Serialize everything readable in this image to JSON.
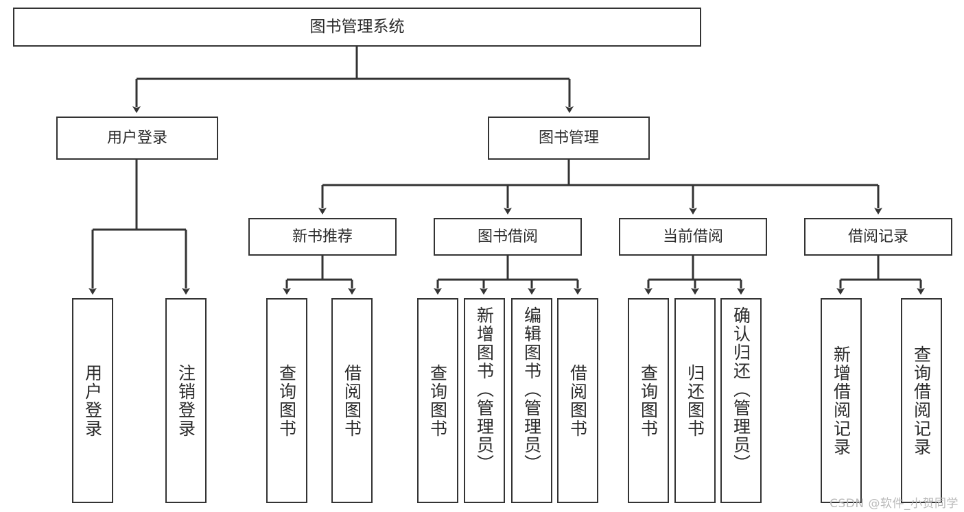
{
  "diagram": {
    "title": "图书管理系统",
    "type": "tree-hierarchy-chart",
    "watermark": "CSDN @软件_小贺同学",
    "colors": {
      "box_border": "#333333",
      "box_fill": "#ffffff",
      "connector": "#333333",
      "text": "#2b2b2b",
      "watermark": "#b9b9b9",
      "background": "#ffffff"
    },
    "root": {
      "label": "图书管理系统"
    },
    "level2": [
      {
        "label": "用户登录"
      },
      {
        "label": "图书管理"
      }
    ],
    "level3": [
      {
        "label": "新书推荐"
      },
      {
        "label": "图书借阅"
      },
      {
        "label": "当前借阅"
      },
      {
        "label": "借阅记录"
      }
    ],
    "leaves": {
      "user_login": [
        {
          "label": "用户登录"
        },
        {
          "label": "注销登录"
        }
      ],
      "new_book_recommend": [
        {
          "label": "查询图书"
        },
        {
          "label": "借阅图书"
        }
      ],
      "book_borrow": [
        {
          "label": "查询图书"
        },
        {
          "label": "新增图书（管理员）"
        },
        {
          "label": "编辑图书（管理员）"
        },
        {
          "label": "借阅图书"
        }
      ],
      "current_borrow": [
        {
          "label": "查询图书"
        },
        {
          "label": "归还图书"
        },
        {
          "label": "确认归还（管理员）"
        }
      ],
      "borrow_record": [
        {
          "label": "新增借阅记录"
        },
        {
          "label": "查询借阅记录"
        }
      ]
    }
  }
}
